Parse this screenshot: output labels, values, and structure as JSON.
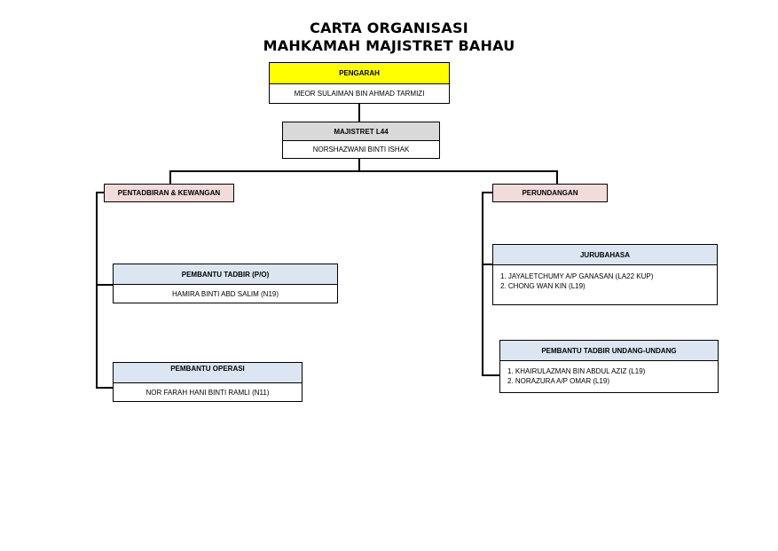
{
  "title": {
    "line1": "CARTA ORGANISASI",
    "line2": "MAHKAMAH MAJISTRET BAHAU"
  },
  "pengarah": {
    "heading": "PENGARAH",
    "name": "MEOR SULAIMAN BIN AHMAD TARMIZI"
  },
  "majistret": {
    "heading": "MAJISTRET L44",
    "name": "NORSHAZWANI BINTI ISHAK"
  },
  "pentadbiran": {
    "heading": "PENTADBIRAN & KEWANGAN"
  },
  "perundangan": {
    "heading": "PERUNDANGAN"
  },
  "pembantu_tadbir": {
    "heading": "PEMBANTU TADBIR (P/O)",
    "name": "HAMIRA BINTI ABD SALIM (N19)"
  },
  "pembantu_operasi": {
    "heading": "PEMBANTU OPERASI",
    "name": "NOR FARAH HANI BINTI RAMLI (N11)"
  },
  "jurubahasa": {
    "heading": "JURUBAHASA",
    "members": [
      "1. JAYALETCHUMY A/P GANASAN (LA22 KUP)",
      "2. CHONG WAN KIN (L19)"
    ]
  },
  "pembantu_tadbir_undang": {
    "heading": "PEMBANTU TADBIR UNDANG-UNDANG",
    "members": [
      "1. KHAIRULAZMAN BIN ABDUL AZIZ (L19)",
      "2. NORAZURA A/P OMAR (L19)"
    ]
  },
  "colors": {
    "pengarah": "#ffff00",
    "majistret": "#d9d9d9",
    "department": "#f2dcdb",
    "unit": "#dce6f2"
  }
}
